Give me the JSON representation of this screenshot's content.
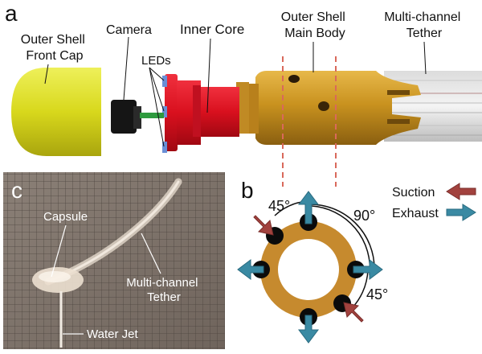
{
  "panels": {
    "a": "a",
    "b": "b",
    "c": "c"
  },
  "panel_a": {
    "front_cap": [
      "Outer Shell",
      "Front Cap"
    ],
    "camera": "Camera",
    "leds": "LEDs",
    "inner_core": "Inner Core",
    "main_body": [
      "Outer Shell",
      "Main Body"
    ],
    "tether": [
      "Multi-channel",
      "Tether"
    ]
  },
  "panel_b": {
    "angle_top": "45°",
    "angle_right": "90°",
    "angle_bottom": "45°",
    "legend_suction": "Suction",
    "legend_exhaust": "Exhaust",
    "colors": {
      "suction": "#a2423e",
      "exhaust": "#3a8aa3",
      "ring": "#c68a2e"
    }
  },
  "panel_c": {
    "capsule": "Capsule",
    "tether": [
      "Multi-channel",
      "Tether"
    ],
    "water_jet": "Water Jet"
  }
}
